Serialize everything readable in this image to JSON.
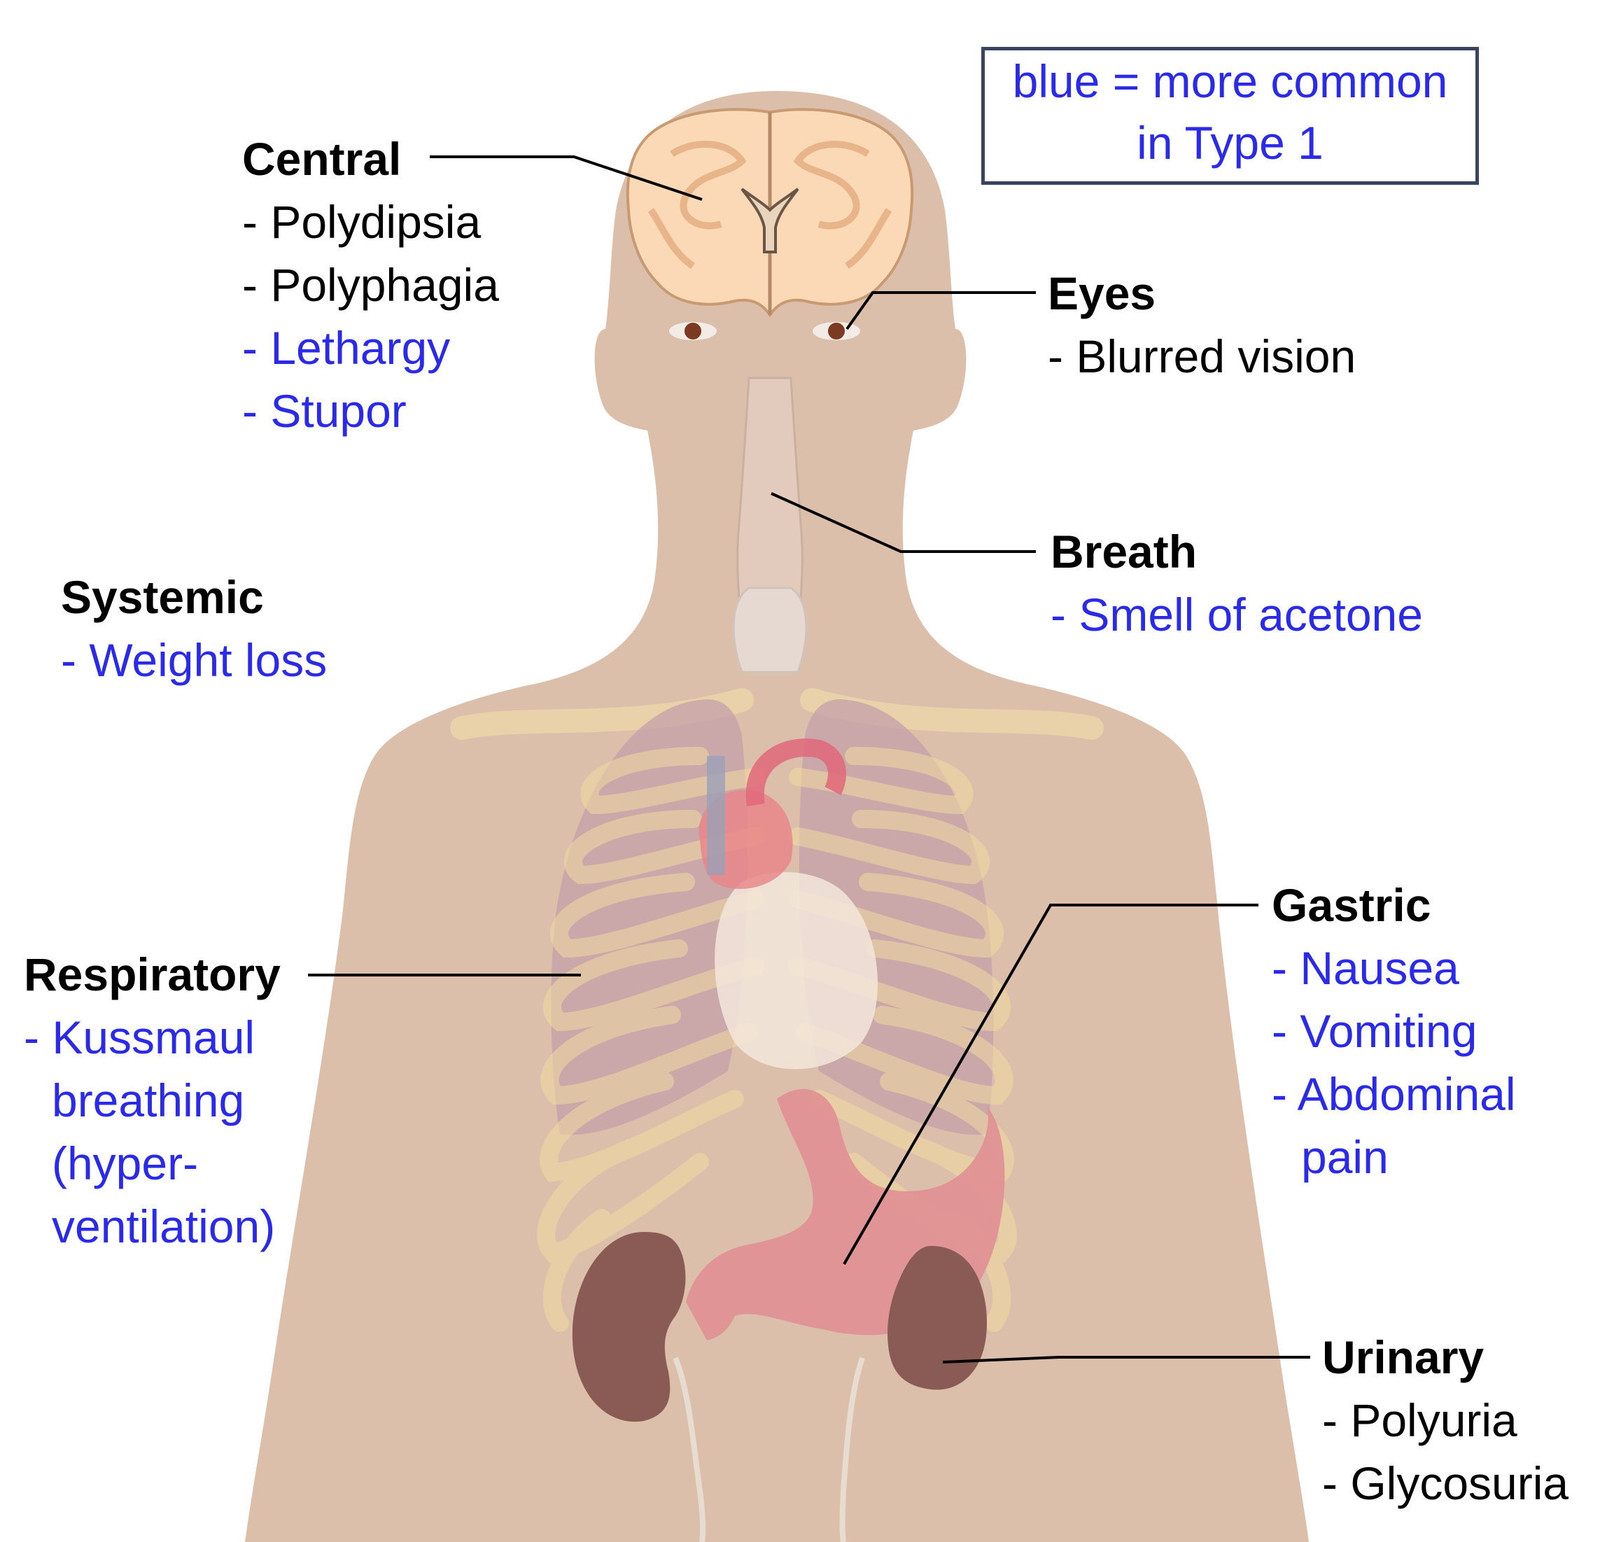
{
  "legend": {
    "line1": "blue = more common",
    "line2": "in Type 1"
  },
  "colors": {
    "common": "#000000",
    "type1": "#2a2ae8",
    "skin": "#dcbfab"
  },
  "groups": {
    "central": {
      "heading": "Central",
      "items": [
        {
          "text": "- Polydipsia",
          "type1": false
        },
        {
          "text": "- Polyphagia",
          "type1": false
        },
        {
          "text": "- Lethargy",
          "type1": true
        },
        {
          "text": "- Stupor",
          "type1": true
        }
      ]
    },
    "eyes": {
      "heading": "Eyes",
      "items": [
        {
          "text": "- Blurred vision",
          "type1": false
        }
      ]
    },
    "breath": {
      "heading": "Breath",
      "items": [
        {
          "text": "- Smell of acetone",
          "type1": true
        }
      ]
    },
    "systemic": {
      "heading": "Systemic",
      "items": [
        {
          "text": "- Weight loss",
          "type1": true
        }
      ]
    },
    "respiratory": {
      "heading": "Respiratory",
      "items": [
        {
          "text": "- Kussmaul",
          "type1": true
        },
        {
          "text": "breathing",
          "type1": true
        },
        {
          "text": "(hyper-",
          "type1": true
        },
        {
          "text": "ventilation)",
          "type1": true
        }
      ]
    },
    "gastric": {
      "heading": "Gastric",
      "items": [
        {
          "text": "- Nausea",
          "type1": true
        },
        {
          "text": "- Vomiting",
          "type1": true
        },
        {
          "text": "- Abdominal",
          "type1": true
        },
        {
          "text": "pain",
          "type1": true
        }
      ]
    },
    "urinary": {
      "heading": "Urinary",
      "items": [
        {
          "text": "- Polyuria",
          "type1": false
        },
        {
          "text": "- Glycosuria",
          "type1": false
        }
      ]
    }
  }
}
